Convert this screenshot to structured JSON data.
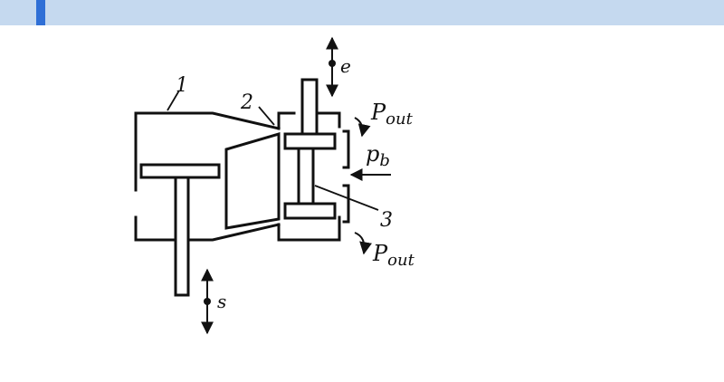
{
  "colors": {
    "header_bar": "#c5d9ef",
    "header_accent": "#2f6fd6",
    "ink": "#111111",
    "background": "#ffffff"
  },
  "diagram": {
    "labels": {
      "part1": "1",
      "part2": "2",
      "part3": "3",
      "signal_e": "e",
      "signal_s": "s",
      "p_out_top_main": "P",
      "p_out_top_sub": "out",
      "p_b_main": "p",
      "p_b_sub": "b",
      "p_out_bottom_main": "P",
      "p_out_bottom_sub": "out"
    }
  }
}
